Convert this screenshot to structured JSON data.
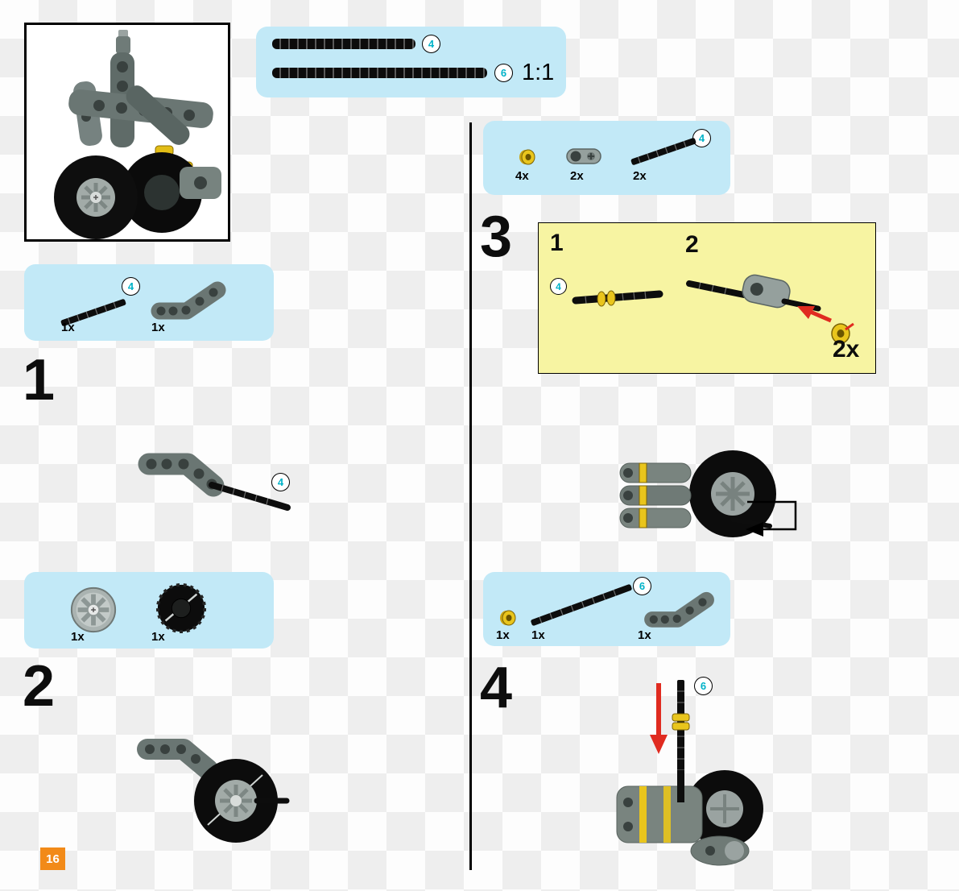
{
  "page_badge": "16",
  "scale_box": {
    "callout_short": "4",
    "callout_long": "6",
    "scale_label": "1:1"
  },
  "left": {
    "parts_box_top": {
      "callout": "4",
      "item1_qty": "1x",
      "item2_qty": "1x"
    },
    "step1": {
      "number": "1",
      "callout": "4"
    },
    "parts_box_bottom": {
      "item1_qty": "1x",
      "item2_qty": "1x"
    },
    "step2": {
      "number": "2"
    }
  },
  "right": {
    "parts_box_top": {
      "callout": "4",
      "item1_qty": "4x",
      "item2_qty": "2x",
      "item3_qty": "2x"
    },
    "step3": {
      "number": "3",
      "sub1": "1",
      "sub2": "2",
      "callout": "4",
      "multiplier": "2x"
    },
    "parts_box_bottom": {
      "callout": "6",
      "item1_qty": "1x",
      "item2_qty": "1x",
      "item3_qty": "1x"
    },
    "step4": {
      "number": "4",
      "callout": "6"
    }
  },
  "colors": {
    "accent_cyan": "#00b2c8",
    "box_blue": "#c2e9f7",
    "highlight_yellow": "#f7f4a2",
    "badge_orange": "#f28a18",
    "arrow_red": "#e02b20"
  }
}
